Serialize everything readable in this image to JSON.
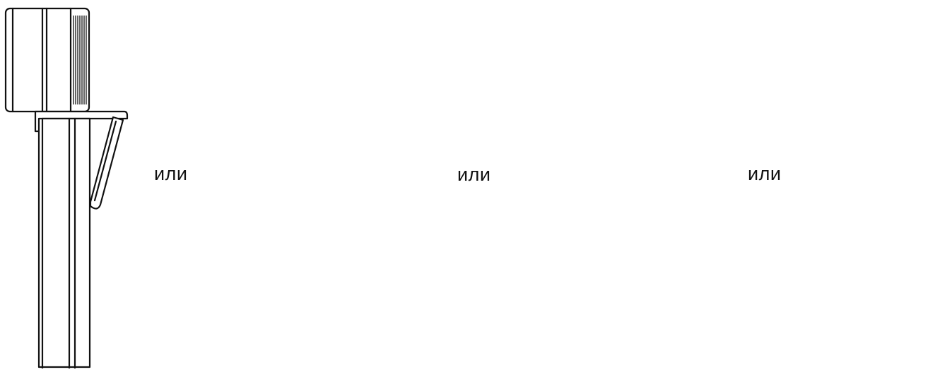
{
  "labels": {
    "or_1": "или",
    "or_2": "или",
    "or_3": "или"
  },
  "colors": {
    "line": "#111111",
    "arrow": "#44d62c",
    "background": "#ffffff"
  },
  "icons": [
    "webcam",
    "monitor-clip",
    "desk",
    "down-arrow",
    "tripod",
    "flexible-tripod"
  ]
}
